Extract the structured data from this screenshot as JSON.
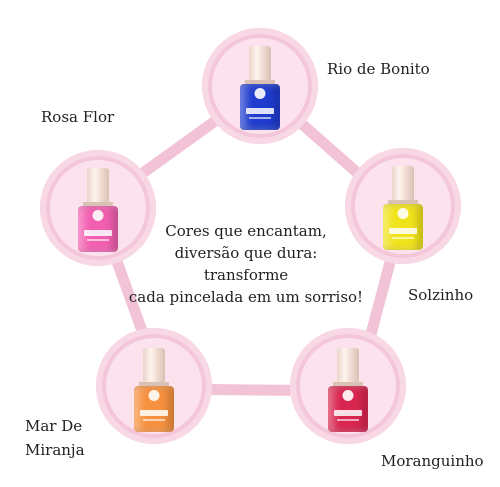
{
  "tagline": {
    "line1": "Cores que encantam,",
    "line2": "diversão que dura:",
    "line3": "transforme",
    "line4": "cada pincelada em um sorriso!"
  },
  "products": [
    {
      "name": "Rio de Bonito",
      "color": "#1f3ccf"
    },
    {
      "name": "Rosa Flor",
      "color": "#f25fb0"
    },
    {
      "name": "Solzinho",
      "color": "#f1e31b"
    },
    {
      "name": "Mar De\nMiranja",
      "color": "#f7913f"
    },
    {
      "name": "Moranguinho",
      "color": "#d92650"
    }
  ],
  "colors": {
    "ring": "#f4c6d9",
    "ring_inner": "#fbe2ec",
    "connector": "#f2c2d6"
  }
}
